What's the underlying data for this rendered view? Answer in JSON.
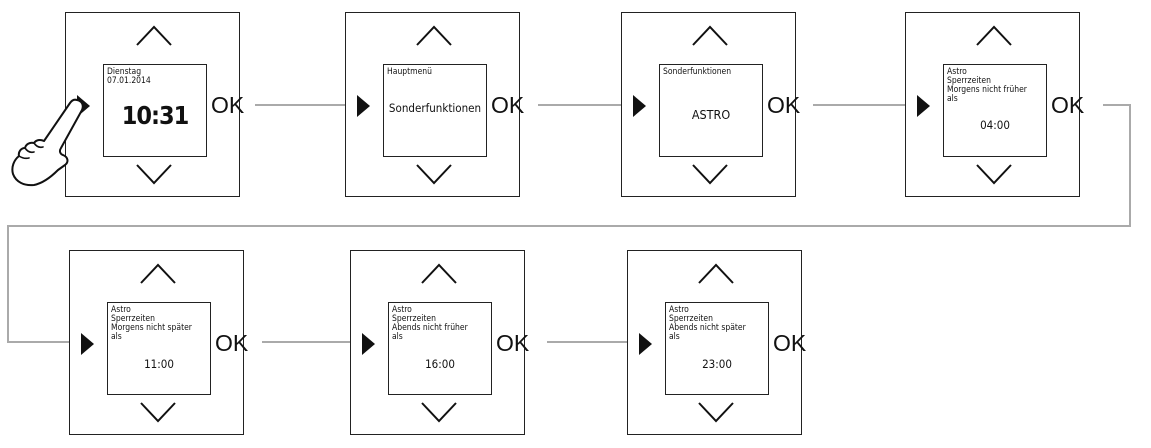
{
  "ok_label": "OK",
  "devices": [
    {
      "screen": {
        "day": "Dienstag",
        "date": "07.01.2014",
        "time": "10:31"
      }
    },
    {
      "screen": {
        "header": "Hauptmenü",
        "item": "Sonderfunktionen"
      }
    },
    {
      "screen": {
        "header": "Sonderfunktionen",
        "item": "ASTRO"
      }
    },
    {
      "screen": {
        "lines": [
          "Astro",
          "Sperrzeiten",
          "Morgens nicht früher",
          "als"
        ],
        "value": "04:00"
      }
    },
    {
      "screen": {
        "lines": [
          "Astro",
          "Sperrzeiten",
          "Morgens nicht später",
          "als"
        ],
        "value": "11:00"
      }
    },
    {
      "screen": {
        "lines": [
          "Astro",
          "Sperrzeiten",
          "Abends nicht früher",
          "als"
        ],
        "value": "16:00"
      }
    },
    {
      "screen": {
        "lines": [
          "Astro",
          "Sperrzeiten",
          "Abends nicht später",
          "als"
        ],
        "value": "23:00"
      }
    }
  ]
}
